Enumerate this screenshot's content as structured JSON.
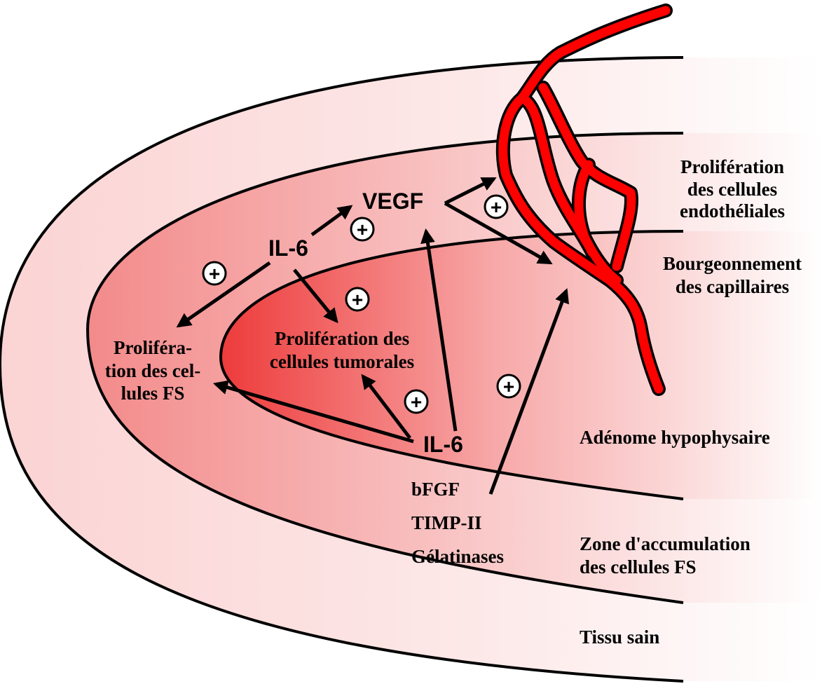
{
  "zones": {
    "healthy_tissue": "Tissu sain",
    "fs_accumulation_line1": "Zone d'accumulation",
    "fs_accumulation_line2": "des cellules FS",
    "adenoma": "Adénome hypophysaire"
  },
  "vessel": {
    "endothelial_line1": "Prolifération",
    "endothelial_line2": "des cellules",
    "endothelial_line3": "endothéliales",
    "budding_line1": "Bourgeonnement",
    "budding_line2": "des capillaires"
  },
  "factors": {
    "vegf": "VEGF",
    "il6_upper": "IL-6",
    "il6_lower": "IL-6",
    "bfgf": "bFGF",
    "timp": "TIMP-II",
    "gelatinases": "Gélatinases"
  },
  "targets": {
    "fs_prolif_line1": "Proliféra-",
    "fs_prolif_line2": "tion des cel-",
    "fs_prolif_line3": "lules FS",
    "tumor_prolif_line1": "Prolifération des",
    "tumor_prolif_line2": "cellules tumorales"
  },
  "plus_symbol": "+",
  "colors": {
    "vessel_red": "#ff0000",
    "tumor_core": "#f04a4a",
    "outer_zone": "#fde4e4"
  }
}
